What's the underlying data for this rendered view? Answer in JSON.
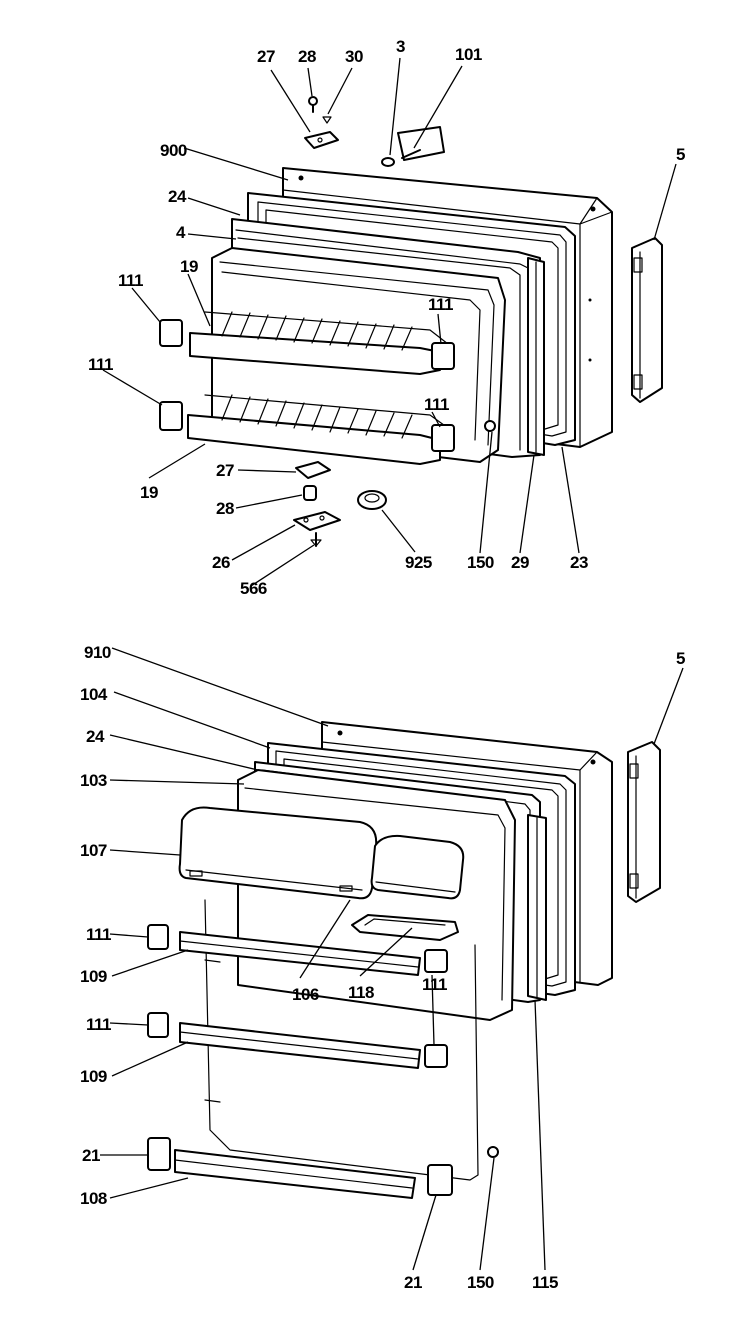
{
  "top_assembly": {
    "callouts": [
      {
        "id": "t27a",
        "text": "27"
      },
      {
        "id": "t28a",
        "text": "28"
      },
      {
        "id": "t30",
        "text": "30"
      },
      {
        "id": "t3",
        "text": "3"
      },
      {
        "id": "t101",
        "text": "101"
      },
      {
        "id": "t900",
        "text": "900"
      },
      {
        "id": "t5",
        "text": "5"
      },
      {
        "id": "t24",
        "text": "24"
      },
      {
        "id": "t4",
        "text": "4"
      },
      {
        "id": "t111a",
        "text": "111"
      },
      {
        "id": "t19a",
        "text": "19"
      },
      {
        "id": "t111b",
        "text": "111"
      },
      {
        "id": "t111c",
        "text": "111"
      },
      {
        "id": "t111d",
        "text": "111"
      },
      {
        "id": "t19b",
        "text": "19"
      },
      {
        "id": "t27b",
        "text": "27"
      },
      {
        "id": "t28b",
        "text": "28"
      },
      {
        "id": "t26",
        "text": "26"
      },
      {
        "id": "t566",
        "text": "566"
      },
      {
        "id": "t925",
        "text": "925"
      },
      {
        "id": "t150",
        "text": "150"
      },
      {
        "id": "t29",
        "text": "29"
      },
      {
        "id": "t23",
        "text": "23"
      }
    ]
  },
  "bottom_assembly": {
    "callouts": [
      {
        "id": "b910",
        "text": "910"
      },
      {
        "id": "b5",
        "text": "5"
      },
      {
        "id": "b104",
        "text": "104"
      },
      {
        "id": "b24",
        "text": "24"
      },
      {
        "id": "b103",
        "text": "103"
      },
      {
        "id": "b107",
        "text": "107"
      },
      {
        "id": "b111a",
        "text": "111"
      },
      {
        "id": "b109a",
        "text": "109"
      },
      {
        "id": "b106",
        "text": "106"
      },
      {
        "id": "b118",
        "text": "118"
      },
      {
        "id": "b111b",
        "text": "111"
      },
      {
        "id": "b111c",
        "text": "111"
      },
      {
        "id": "b109b",
        "text": "109"
      },
      {
        "id": "b21a",
        "text": "21"
      },
      {
        "id": "b108",
        "text": "108"
      },
      {
        "id": "b21b",
        "text": "21"
      },
      {
        "id": "b150",
        "text": "150"
      },
      {
        "id": "b115",
        "text": "115"
      }
    ]
  }
}
